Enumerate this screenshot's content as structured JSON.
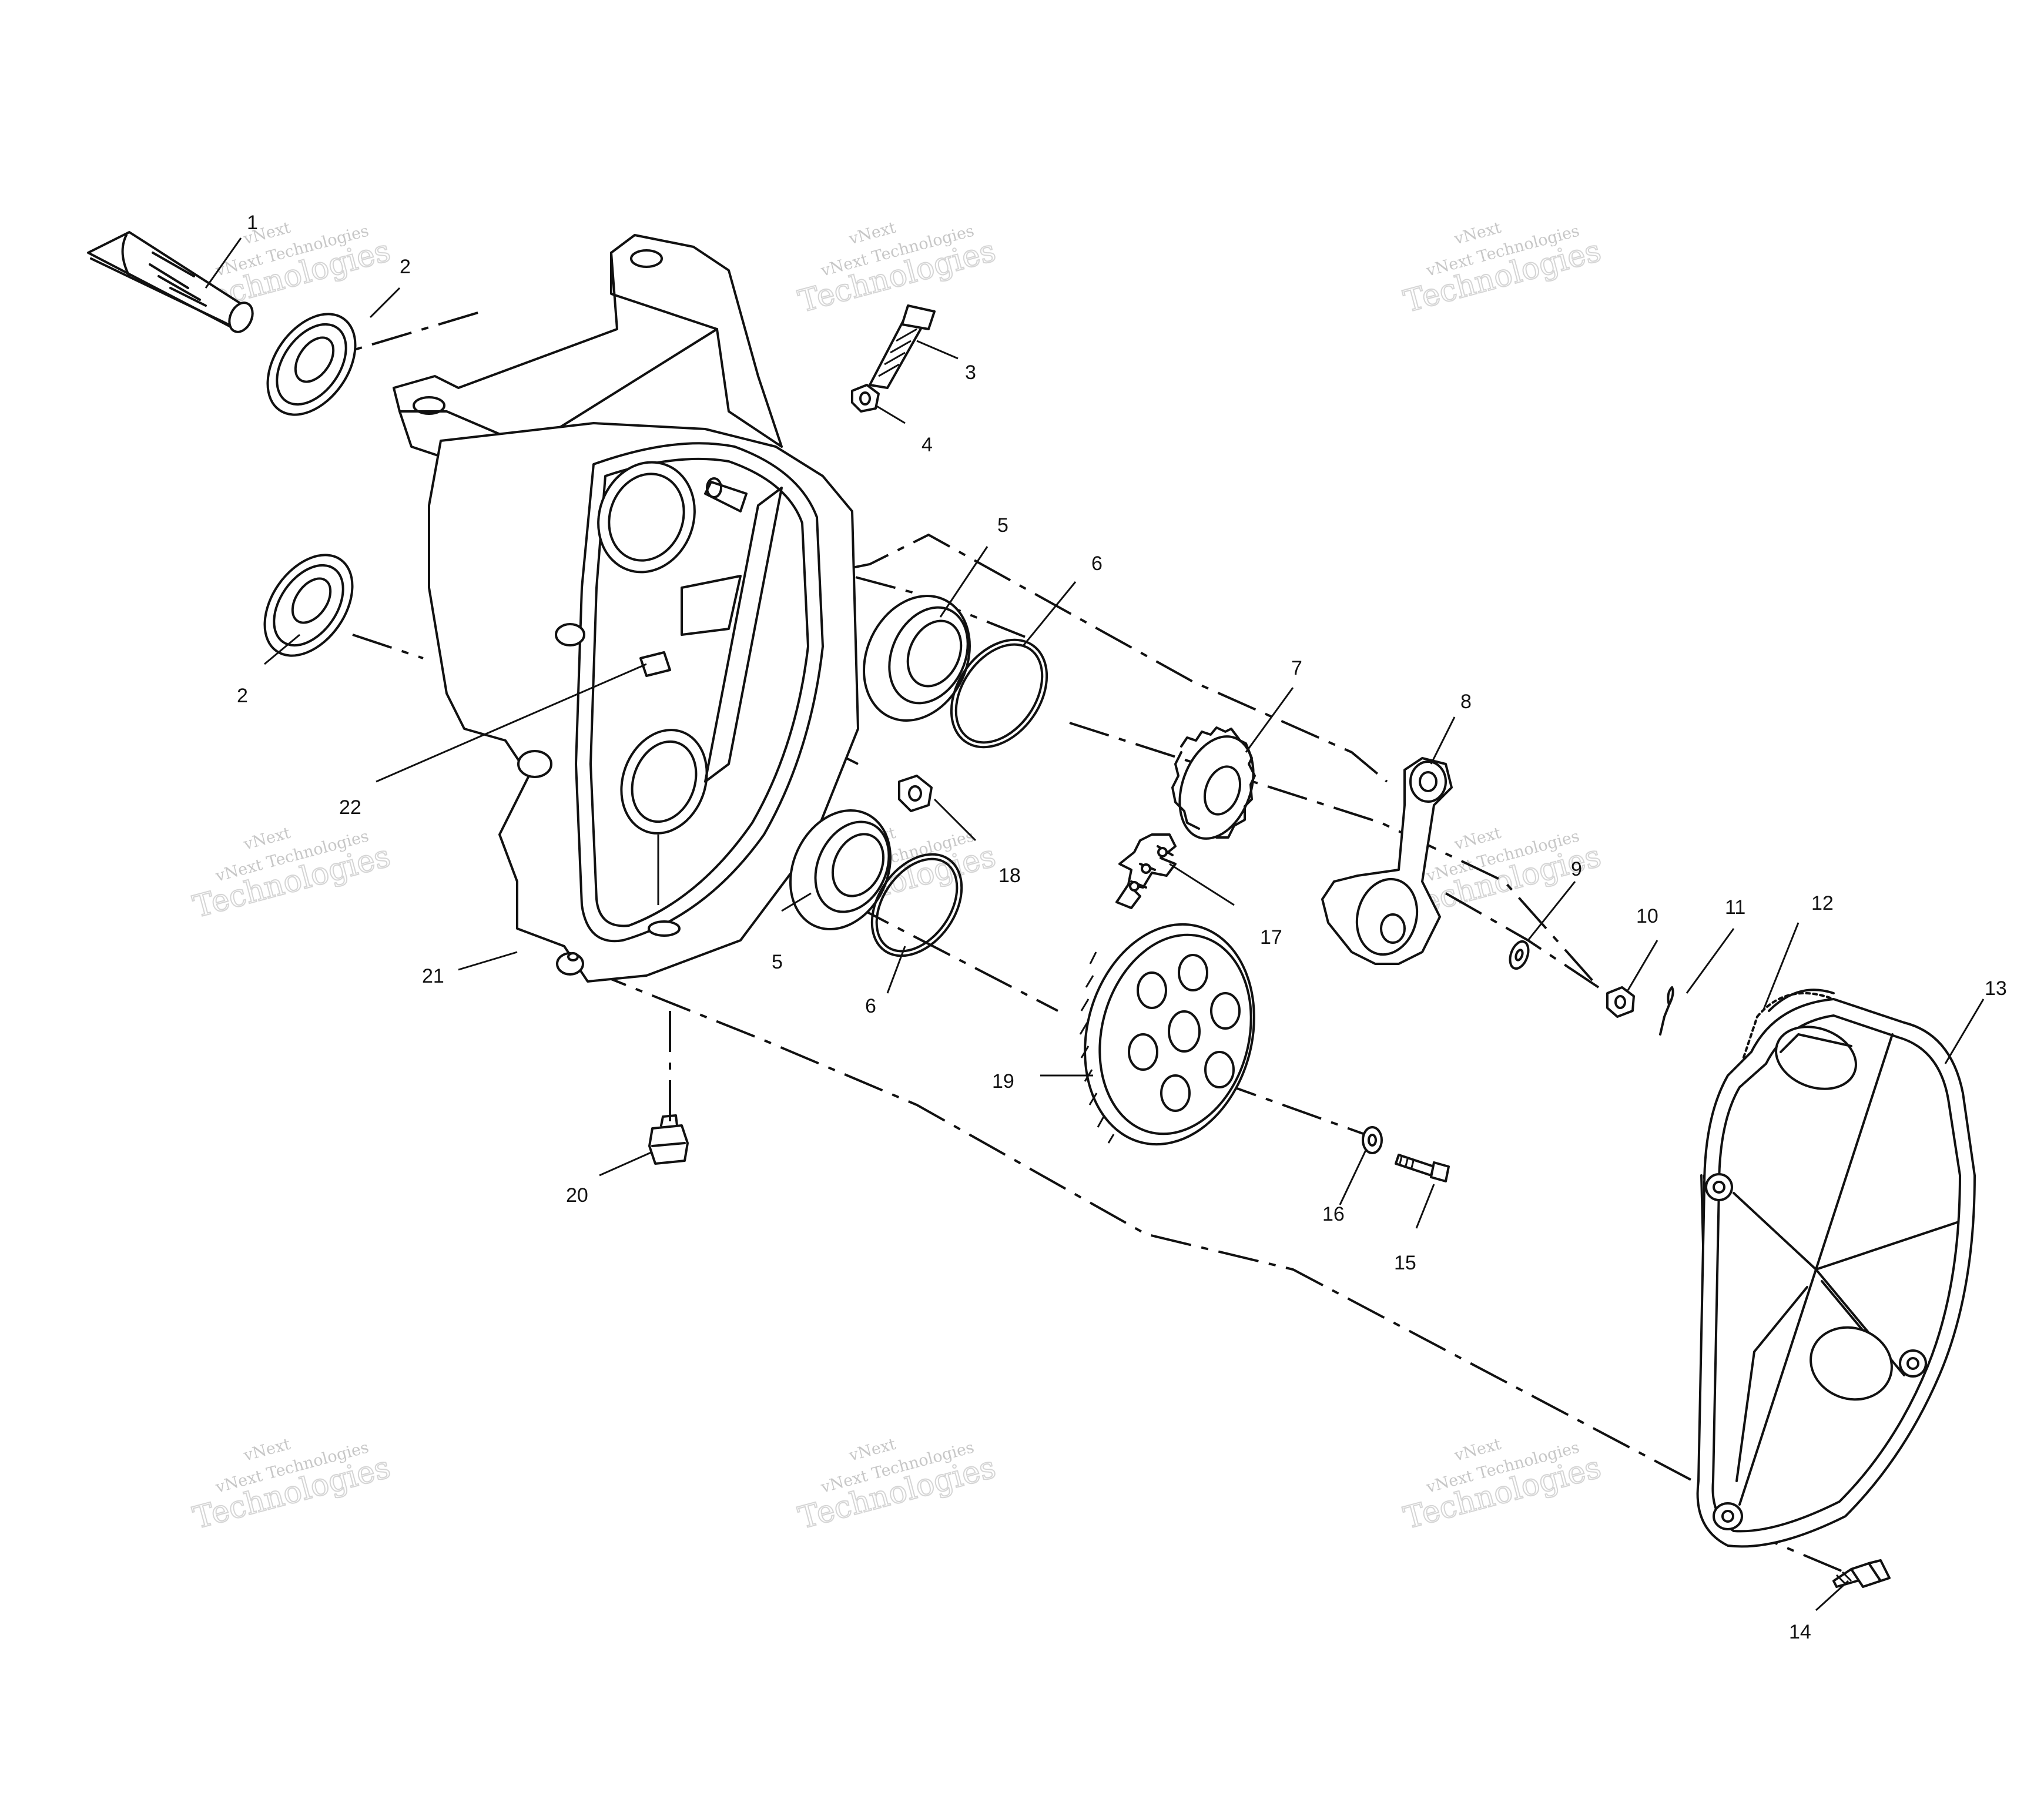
{
  "callouts": [
    {
      "id": "c1",
      "label": "1"
    },
    {
      "id": "c2a",
      "label": "2"
    },
    {
      "id": "c2b",
      "label": "2"
    },
    {
      "id": "c3",
      "label": "3"
    },
    {
      "id": "c4",
      "label": "4"
    },
    {
      "id": "c5a",
      "label": "5"
    },
    {
      "id": "c5b",
      "label": "5"
    },
    {
      "id": "c6a",
      "label": "6"
    },
    {
      "id": "c6b",
      "label": "6"
    },
    {
      "id": "c7",
      "label": "7"
    },
    {
      "id": "c8",
      "label": "8"
    },
    {
      "id": "c9",
      "label": "9"
    },
    {
      "id": "c10",
      "label": "10"
    },
    {
      "id": "c11",
      "label": "11"
    },
    {
      "id": "c12",
      "label": "12"
    },
    {
      "id": "c13",
      "label": "13"
    },
    {
      "id": "c14",
      "label": "14"
    },
    {
      "id": "c15",
      "label": "15"
    },
    {
      "id": "c16",
      "label": "16"
    },
    {
      "id": "c17",
      "label": "17"
    },
    {
      "id": "c18",
      "label": "18"
    },
    {
      "id": "c19",
      "label": "19"
    },
    {
      "id": "c20",
      "label": "20"
    },
    {
      "id": "c21",
      "label": "21"
    },
    {
      "id": "c22",
      "label": "22"
    }
  ],
  "watermark": {
    "brand": "vNext",
    "line": "vNext Technologies",
    "big": "Technologies"
  }
}
